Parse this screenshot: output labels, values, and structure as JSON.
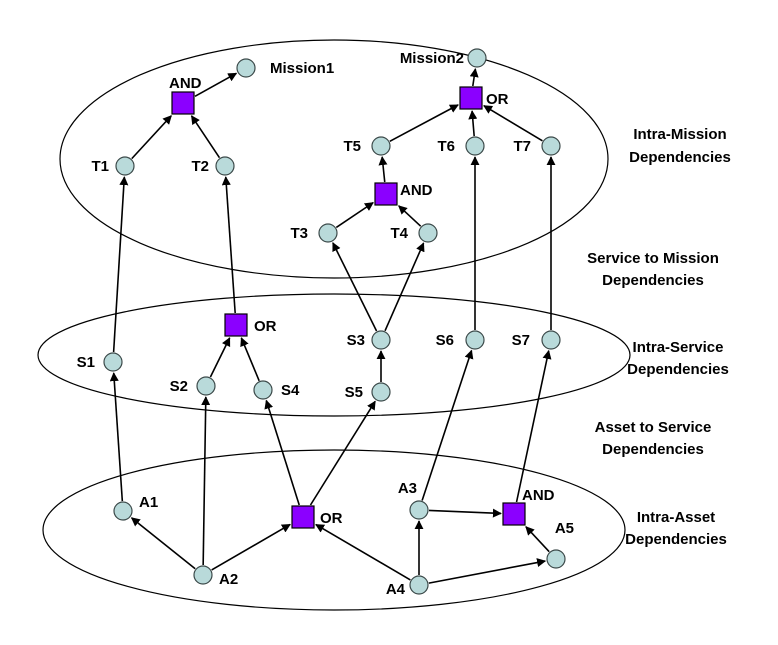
{
  "colors": {
    "node_fill": "#b9dada",
    "gate_fill": "#8b00ff",
    "line": "#000000"
  },
  "layers": {
    "mission": "Intra-Mission Dependencies",
    "service": "Intra-Service Dependencies",
    "asset": "Intra-Asset Dependencies"
  },
  "side_labels": {
    "intra_mission": [
      "Intra-Mission",
      "Dependencies"
    ],
    "service_to_mission": [
      "Service to Mission",
      "Dependencies"
    ],
    "intra_service": [
      "Intra-Service",
      "Dependencies"
    ],
    "asset_to_service": [
      "Asset to Service",
      "Dependencies"
    ],
    "intra_asset": [
      "Intra-Asset",
      "Dependencies"
    ]
  },
  "nodes": [
    {
      "id": "Mission1",
      "label": "Mission1",
      "kind": "mission"
    },
    {
      "id": "Mission2",
      "label": "Mission2",
      "kind": "mission"
    },
    {
      "id": "T1",
      "label": "T1",
      "kind": "task"
    },
    {
      "id": "T2",
      "label": "T2",
      "kind": "task"
    },
    {
      "id": "T3",
      "label": "T3",
      "kind": "task"
    },
    {
      "id": "T4",
      "label": "T4",
      "kind": "task"
    },
    {
      "id": "T5",
      "label": "T5",
      "kind": "task"
    },
    {
      "id": "T6",
      "label": "T6",
      "kind": "task"
    },
    {
      "id": "T7",
      "label": "T7",
      "kind": "task"
    },
    {
      "id": "S1",
      "label": "S1",
      "kind": "service"
    },
    {
      "id": "S2",
      "label": "S2",
      "kind": "service"
    },
    {
      "id": "S3",
      "label": "S3",
      "kind": "service"
    },
    {
      "id": "S4",
      "label": "S4",
      "kind": "service"
    },
    {
      "id": "S5",
      "label": "S5",
      "kind": "service"
    },
    {
      "id": "S6",
      "label": "S6",
      "kind": "service"
    },
    {
      "id": "S7",
      "label": "S7",
      "kind": "service"
    },
    {
      "id": "A1",
      "label": "A1",
      "kind": "asset"
    },
    {
      "id": "A2",
      "label": "A2",
      "kind": "asset"
    },
    {
      "id": "A3",
      "label": "A3",
      "kind": "asset"
    },
    {
      "id": "A4",
      "label": "A4",
      "kind": "asset"
    },
    {
      "id": "A5",
      "label": "A5",
      "kind": "asset"
    }
  ],
  "gates": [
    {
      "id": "G_AND_M1",
      "label": "AND"
    },
    {
      "id": "G_OR_M2",
      "label": "OR"
    },
    {
      "id": "G_AND_T5",
      "label": "AND"
    },
    {
      "id": "G_OR_S",
      "label": "OR"
    },
    {
      "id": "G_OR_A",
      "label": "OR"
    },
    {
      "id": "G_AND_A",
      "label": "AND"
    }
  ],
  "edges": [
    [
      "G_AND_M1",
      "Mission1"
    ],
    [
      "T1",
      "G_AND_M1"
    ],
    [
      "T2",
      "G_AND_M1"
    ],
    [
      "G_OR_M2",
      "Mission2"
    ],
    [
      "T5",
      "G_OR_M2"
    ],
    [
      "T6",
      "G_OR_M2"
    ],
    [
      "T7",
      "G_OR_M2"
    ],
    [
      "G_AND_T5",
      "T5"
    ],
    [
      "T3",
      "G_AND_T5"
    ],
    [
      "T4",
      "G_AND_T5"
    ],
    [
      "S1",
      "T1"
    ],
    [
      "G_OR_S",
      "T2"
    ],
    [
      "S2",
      "G_OR_S"
    ],
    [
      "S4",
      "G_OR_S"
    ],
    [
      "S3",
      "T3"
    ],
    [
      "S3",
      "T4"
    ],
    [
      "S6",
      "T6"
    ],
    [
      "S7",
      "T7"
    ],
    [
      "S5",
      "S3"
    ],
    [
      "A1",
      "S1"
    ],
    [
      "A2",
      "A1"
    ],
    [
      "A2",
      "S2"
    ],
    [
      "A2",
      "G_OR_A"
    ],
    [
      "G_OR_A",
      "S4"
    ],
    [
      "G_OR_A",
      "S5"
    ],
    [
      "A4",
      "G_OR_A"
    ],
    [
      "A4",
      "A3"
    ],
    [
      "A4",
      "A5"
    ],
    [
      "A3",
      "S6"
    ],
    [
      "A3",
      "G_AND_A"
    ],
    [
      "A5",
      "G_AND_A"
    ],
    [
      "G_AND_A",
      "S7"
    ]
  ]
}
